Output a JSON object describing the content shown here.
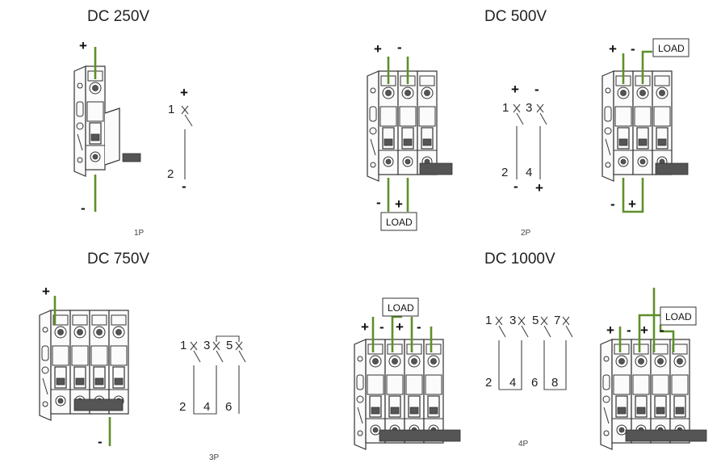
{
  "sections": [
    {
      "title": "DC 250V",
      "caption": "1P"
    },
    {
      "title": "DC 500V",
      "caption": "2P"
    },
    {
      "title": "DC 750V",
      "caption": "3P"
    },
    {
      "title": "DC 1000V",
      "caption": "4P"
    }
  ],
  "load_label": "LOAD",
  "plus": "+",
  "minus": "-",
  "schematic": {
    "p1": {
      "top": [
        "1"
      ],
      "bottom": [
        "2"
      ]
    },
    "p2": {
      "top": [
        "1",
        "3"
      ],
      "bottom": [
        "2",
        "4"
      ]
    },
    "p3": {
      "top": [
        "1",
        "3",
        "5"
      ],
      "bottom": [
        "2",
        "4",
        "6"
      ]
    },
    "p4": {
      "top": [
        "1",
        "3",
        "5",
        "7"
      ],
      "bottom": [
        "2",
        "4",
        "6",
        "8"
      ]
    }
  },
  "colors": {
    "wire": "#5f8f2a",
    "line": "#333333"
  }
}
